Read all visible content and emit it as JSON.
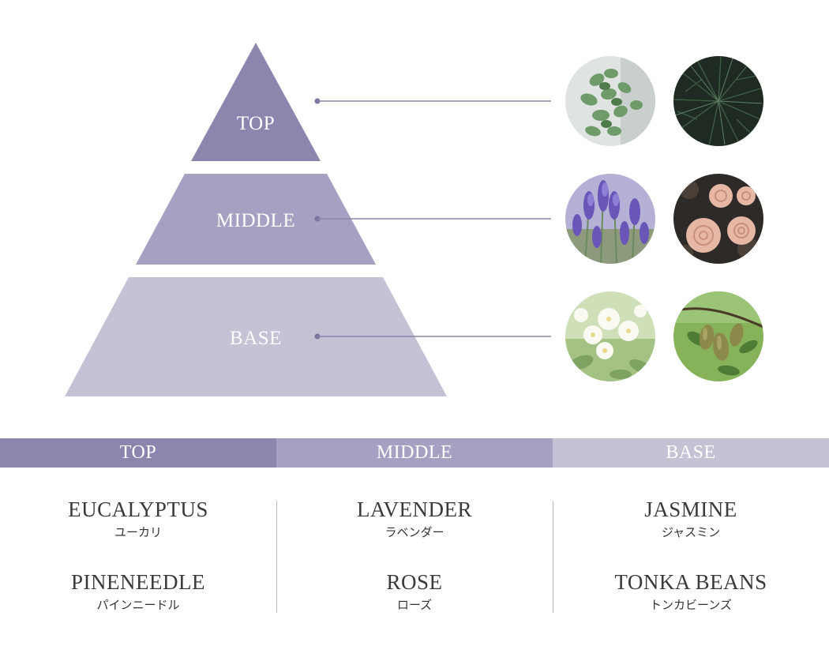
{
  "pyramid": {
    "tiers": [
      {
        "label": "TOP",
        "color": "#8c86ae"
      },
      {
        "label": "MIDDLE",
        "color": "#a6a1c2"
      },
      {
        "label": "BASE",
        "color": "#c4c2d5"
      }
    ],
    "connector_color": "#8a85aa"
  },
  "photos": [
    {
      "name": "eucalyptus-photo",
      "tier": "TOP"
    },
    {
      "name": "pine-needle-photo",
      "tier": "TOP"
    },
    {
      "name": "lavender-photo",
      "tier": "MIDDLE"
    },
    {
      "name": "rose-photo",
      "tier": "MIDDLE"
    },
    {
      "name": "jasmine-photo",
      "tier": "BASE"
    },
    {
      "name": "tonka-beans-photo",
      "tier": "BASE"
    }
  ],
  "band": {
    "top": "TOP",
    "middle": "MIDDLE",
    "base": "BASE"
  },
  "notes": {
    "top": [
      {
        "en": "EUCALYPTUS",
        "ja": "ユーカリ"
      },
      {
        "en": "PINENEEDLE",
        "ja": "パインニードル"
      }
    ],
    "middle": [
      {
        "en": "LAVENDER",
        "ja": "ラベンダー"
      },
      {
        "en": "ROSE",
        "ja": "ローズ"
      }
    ],
    "base": [
      {
        "en": "JASMINE",
        "ja": "ジャスミン"
      },
      {
        "en": "TONKA BEANS",
        "ja": "トンカビーンズ"
      }
    ]
  }
}
